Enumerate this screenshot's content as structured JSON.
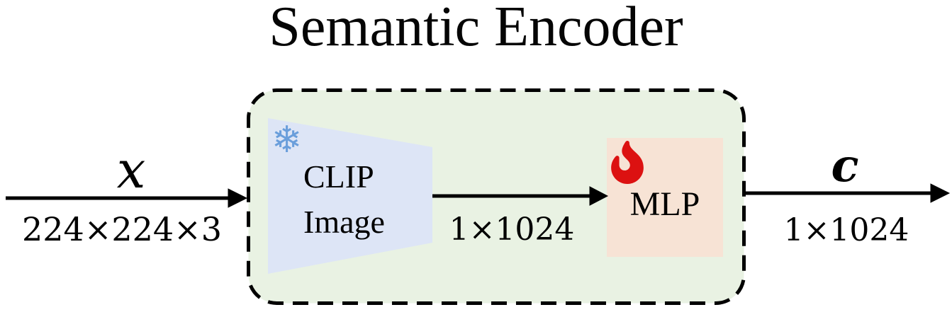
{
  "title": "Semantic Encoder",
  "input": {
    "symbol": "x",
    "shape": "224×224×3"
  },
  "encoder": {
    "clip": {
      "line1": "CLIP",
      "line2": "Image",
      "icon": "snowflake-icon",
      "icon_glyph": "❄"
    },
    "inner_shape": "1×1024",
    "mlp": {
      "label": "MLP",
      "icon": "flame-icon"
    }
  },
  "output": {
    "symbol": "c",
    "shape": "1×1024"
  },
  "colors": {
    "encoder_box_fill": "#e9f2e3",
    "border": "#000000",
    "clip_fill": "#dde5f6",
    "mlp_fill": "#f7e3d5",
    "snowflake": "#6a9edb",
    "flame": "#dc1111",
    "arrow": "#000000",
    "text": "#000000"
  }
}
